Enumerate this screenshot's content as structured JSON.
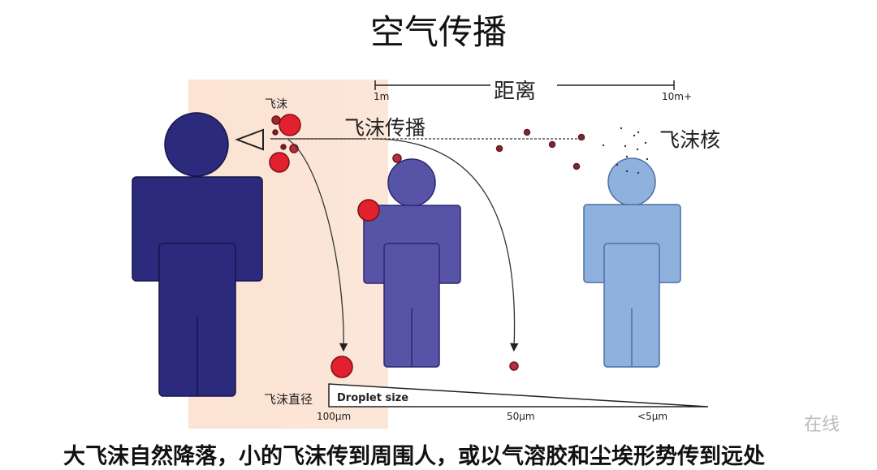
{
  "title": "空气传播",
  "distance": {
    "label": "距离",
    "start": "1m",
    "end": "10m+"
  },
  "labels": {
    "droplet": "飞沫",
    "droplet_spread": "飞沫传播",
    "droplet_nuclei": "飞沫核",
    "droplet_diameter": "飞沫直径",
    "droplet_size": "Droplet size"
  },
  "size_ticks": [
    "100μm",
    "50μm",
    "<5μm"
  ],
  "caption": "大飞沫自然降落，小的飞沫传到周围人，或以气溶胶和尘埃形势传到远处",
  "watermark": "在线",
  "colors": {
    "person1": "#2b2a7c",
    "person2": "#5754a8",
    "person3": "#8fb1de",
    "droplet": "#e3202e",
    "zone": "#fce3d3"
  }
}
